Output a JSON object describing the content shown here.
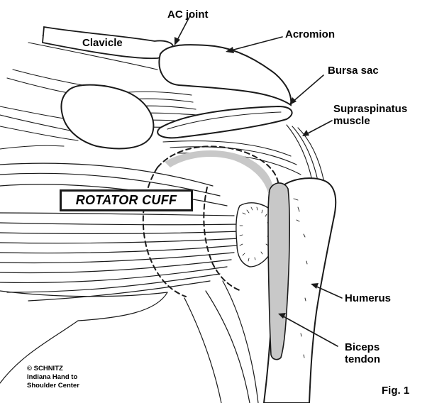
{
  "labels": {
    "ac_joint": "AC joint",
    "clavicle": "Clavicle",
    "acromion": "Acromion",
    "bursa_sac": "Bursa sac",
    "supraspinatus_line1": "Supraspinatus",
    "supraspinatus_line2": "muscle",
    "rotator_cuff": "ROTATOR CUFF",
    "humerus": "Humerus",
    "biceps_line1": "Biceps",
    "biceps_line2": "tendon"
  },
  "credit": {
    "line1": "© SCHNITZ",
    "line2": "Indiana Hand to",
    "line3": "Shoulder Center"
  },
  "figure_label": "Fig. 1",
  "colors": {
    "ink": "#1a1a1a",
    "tendon_fill": "#c8c8c8",
    "background": "#ffffff"
  }
}
